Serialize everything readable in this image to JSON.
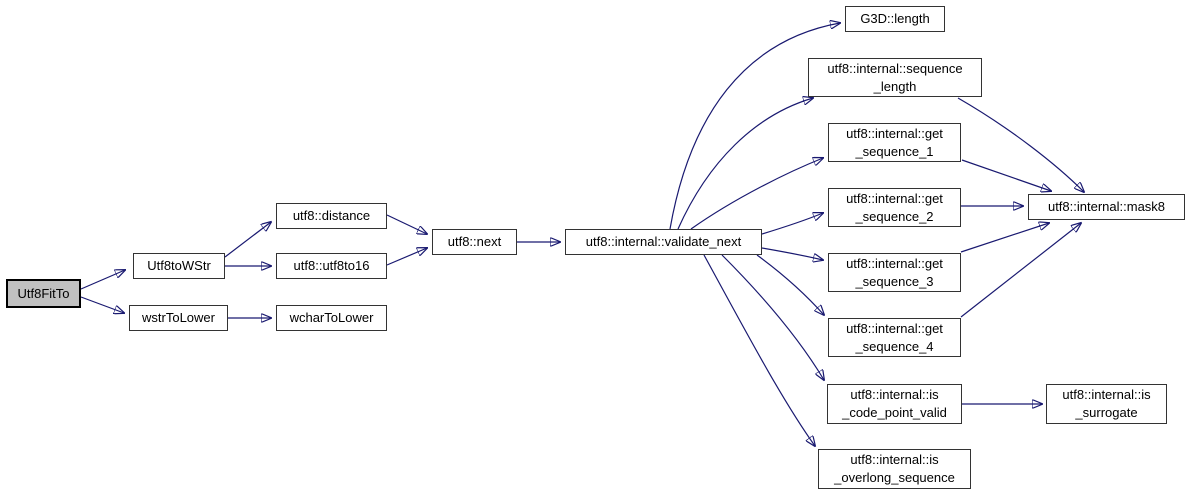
{
  "diagram": {
    "type": "call-graph",
    "root_function": "Utf8FitTo",
    "colors": {
      "background": "#ffffff",
      "edge": "#191970",
      "node_border": "#333333",
      "node_fill": "#ffffff",
      "root_fill": "#c0c0c0",
      "text": "#000000"
    }
  },
  "nodes": [
    {
      "id": "utf8fitto",
      "label": "Utf8FitTo"
    },
    {
      "id": "utf8towstr",
      "label": "Utf8toWStr"
    },
    {
      "id": "wstrtolower",
      "label": "wstrToLower"
    },
    {
      "id": "utf8-distance",
      "label": "utf8::distance"
    },
    {
      "id": "utf8-utf8to16",
      "label": "utf8::utf8to16"
    },
    {
      "id": "wchartolower",
      "label": "wcharToLower"
    },
    {
      "id": "utf8-next",
      "label": "utf8::next"
    },
    {
      "id": "validate-next",
      "label": "utf8::internal::validate_next"
    },
    {
      "id": "g3d-length",
      "label": "G3D::length"
    },
    {
      "id": "sequence-length",
      "label": "utf8::internal::sequence\n_length"
    },
    {
      "id": "get-sequence-1",
      "label": "utf8::internal::get\n_sequence_1"
    },
    {
      "id": "get-sequence-2",
      "label": "utf8::internal::get\n_sequence_2"
    },
    {
      "id": "get-sequence-3",
      "label": "utf8::internal::get\n_sequence_3"
    },
    {
      "id": "get-sequence-4",
      "label": "utf8::internal::get\n_sequence_4"
    },
    {
      "id": "mask8",
      "label": "utf8::internal::mask8"
    },
    {
      "id": "is-code-point-valid",
      "label": "utf8::internal::is\n_code_point_valid"
    },
    {
      "id": "is-surrogate",
      "label": "utf8::internal::is\n_surrogate"
    },
    {
      "id": "is-overlong-sequence",
      "label": "utf8::internal::is\n_overlong_sequence"
    }
  ],
  "edges": [
    {
      "from": "Utf8FitTo",
      "to": "Utf8toWStr"
    },
    {
      "from": "Utf8FitTo",
      "to": "wstrToLower"
    },
    {
      "from": "Utf8toWStr",
      "to": "utf8::distance"
    },
    {
      "from": "Utf8toWStr",
      "to": "utf8::utf8to16"
    },
    {
      "from": "wstrToLower",
      "to": "wcharToLower"
    },
    {
      "from": "utf8::distance",
      "to": "utf8::next"
    },
    {
      "from": "utf8::utf8to16",
      "to": "utf8::next"
    },
    {
      "from": "utf8::next",
      "to": "utf8::internal::validate_next"
    },
    {
      "from": "utf8::internal::validate_next",
      "to": "G3D::length"
    },
    {
      "from": "utf8::internal::validate_next",
      "to": "utf8::internal::sequence_length"
    },
    {
      "from": "utf8::internal::validate_next",
      "to": "utf8::internal::get_sequence_1"
    },
    {
      "from": "utf8::internal::validate_next",
      "to": "utf8::internal::get_sequence_2"
    },
    {
      "from": "utf8::internal::validate_next",
      "to": "utf8::internal::get_sequence_3"
    },
    {
      "from": "utf8::internal::validate_next",
      "to": "utf8::internal::get_sequence_4"
    },
    {
      "from": "utf8::internal::validate_next",
      "to": "utf8::internal::is_code_point_valid"
    },
    {
      "from": "utf8::internal::validate_next",
      "to": "utf8::internal::is_overlong_sequence"
    },
    {
      "from": "utf8::internal::sequence_length",
      "to": "utf8::internal::mask8"
    },
    {
      "from": "utf8::internal::get_sequence_1",
      "to": "utf8::internal::mask8"
    },
    {
      "from": "utf8::internal::get_sequence_2",
      "to": "utf8::internal::mask8"
    },
    {
      "from": "utf8::internal::get_sequence_3",
      "to": "utf8::internal::mask8"
    },
    {
      "from": "utf8::internal::get_sequence_4",
      "to": "utf8::internal::mask8"
    },
    {
      "from": "utf8::internal::is_code_point_valid",
      "to": "utf8::internal::is_surrogate"
    }
  ]
}
